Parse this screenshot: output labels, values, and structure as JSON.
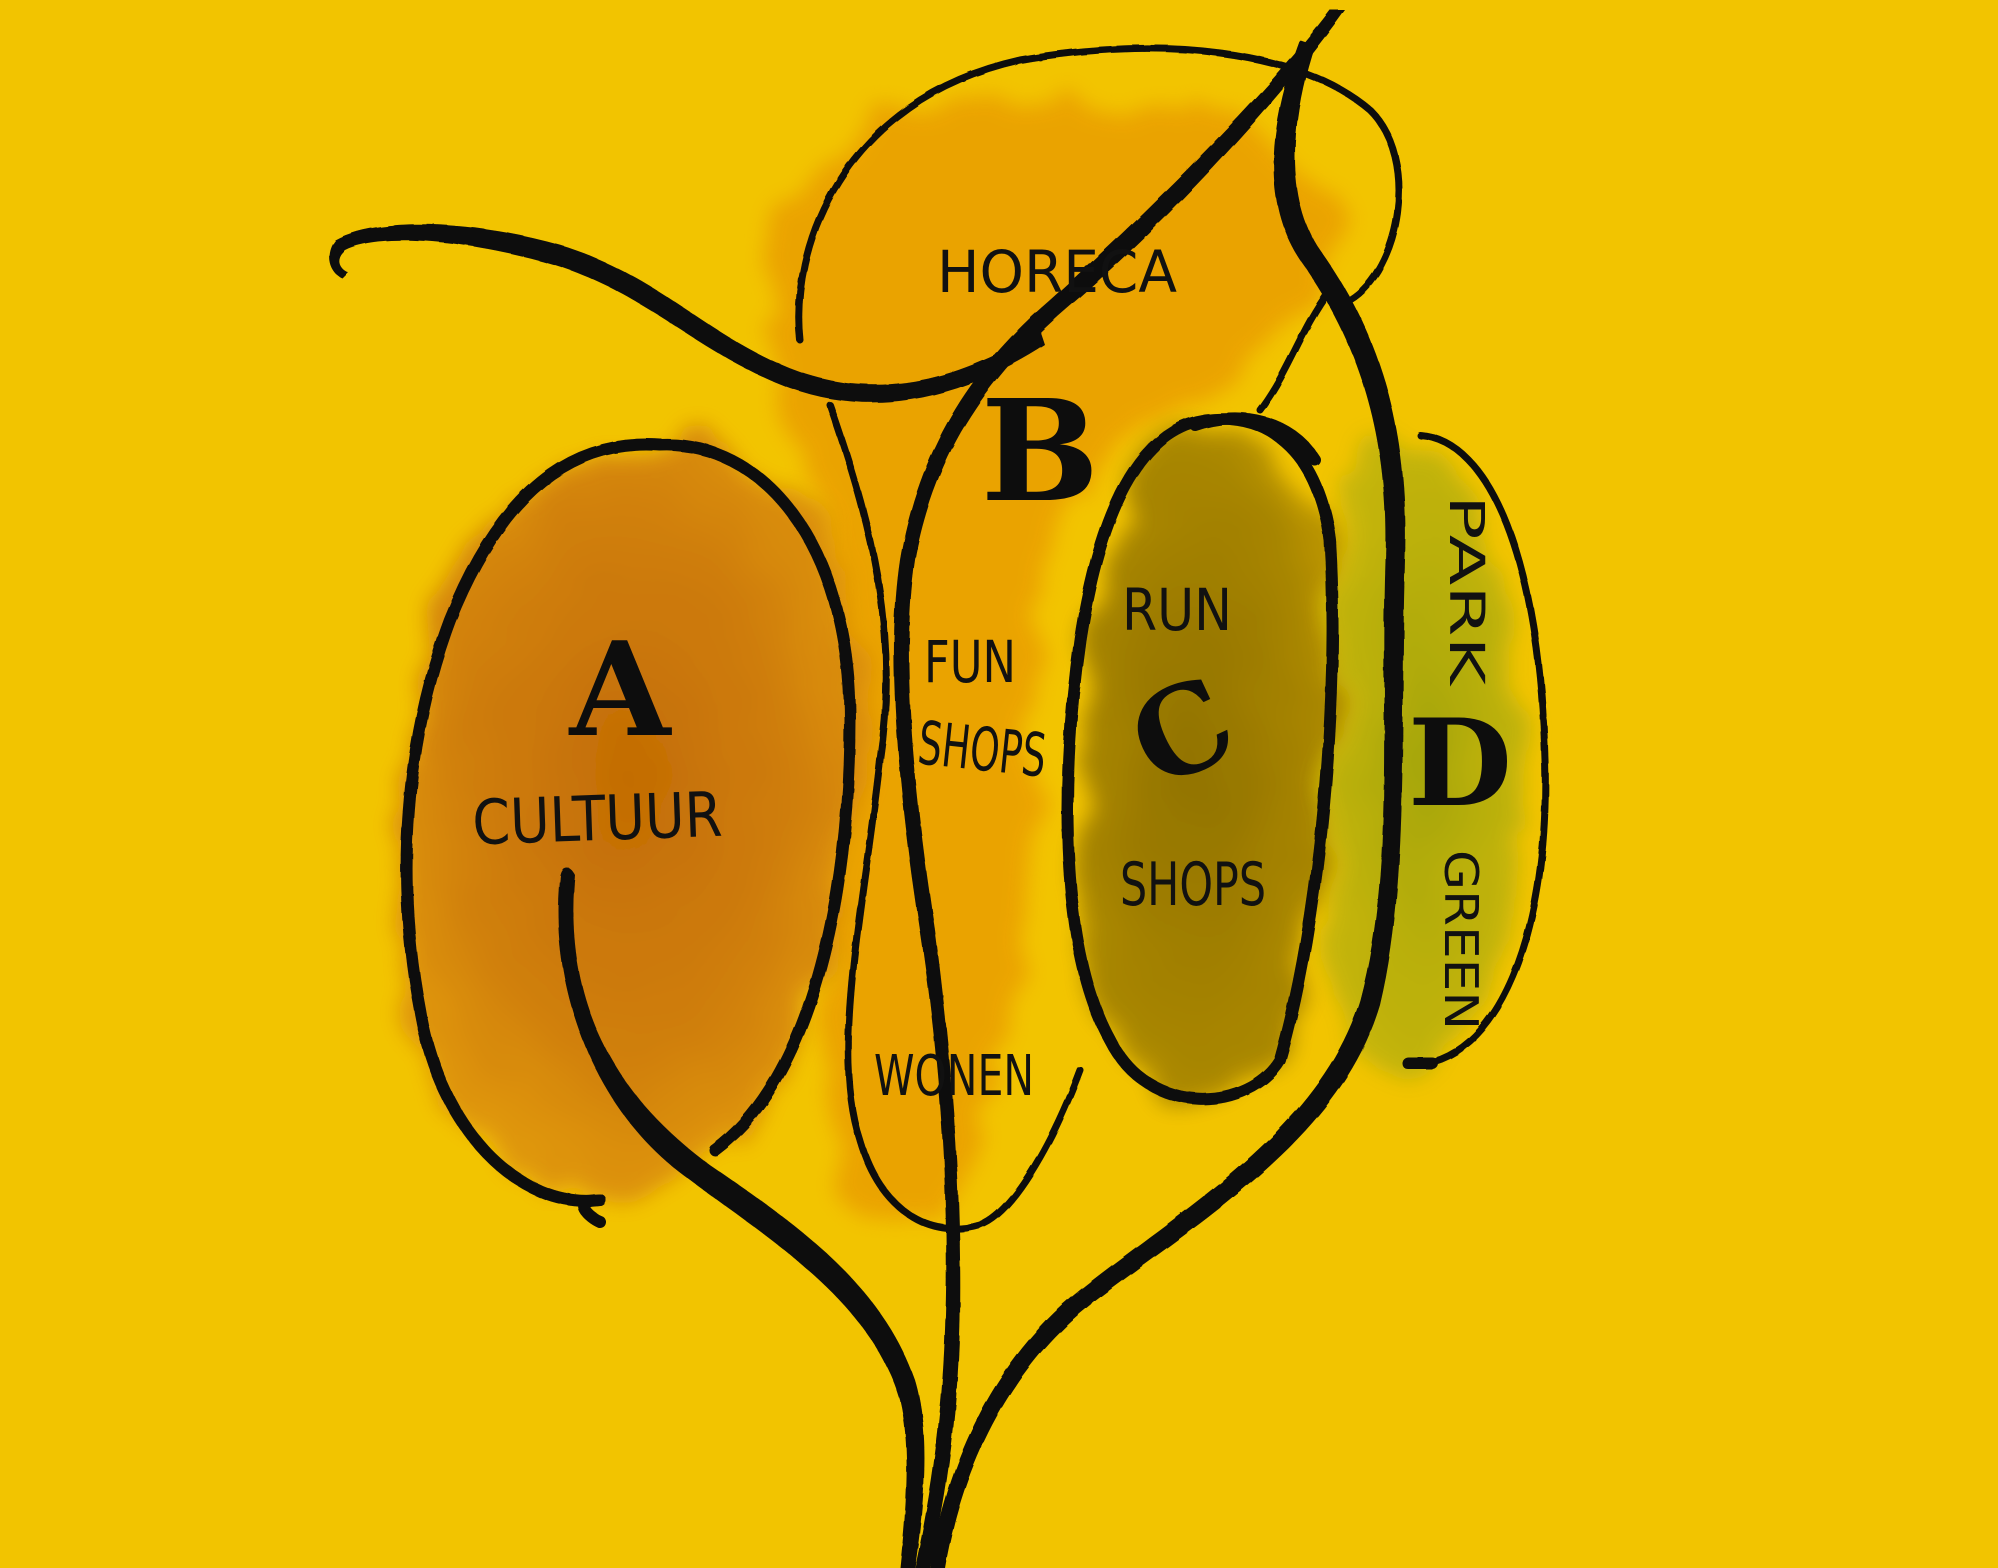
{
  "colors": {
    "background": "#f2c400",
    "zone_a_wash": "#c77408",
    "zone_b_wash": "#eaa000",
    "zone_c_wash": "#9a7700",
    "zone_d_wash": "#a9ab0c",
    "ink": "#0b0b0b"
  },
  "zones": [
    {
      "id": "A",
      "letter": "A",
      "labels": [
        "CULTUUR"
      ]
    },
    {
      "id": "B",
      "letter": "B",
      "labels": [
        "HORECA",
        "FUN",
        "SHOPS",
        "WONEN"
      ]
    },
    {
      "id": "C",
      "letter": "C",
      "labels": [
        "RUN",
        "SHOPS"
      ]
    },
    {
      "id": "D",
      "letter": "D",
      "labels": [
        "PARK",
        "GREEN"
      ]
    }
  ]
}
